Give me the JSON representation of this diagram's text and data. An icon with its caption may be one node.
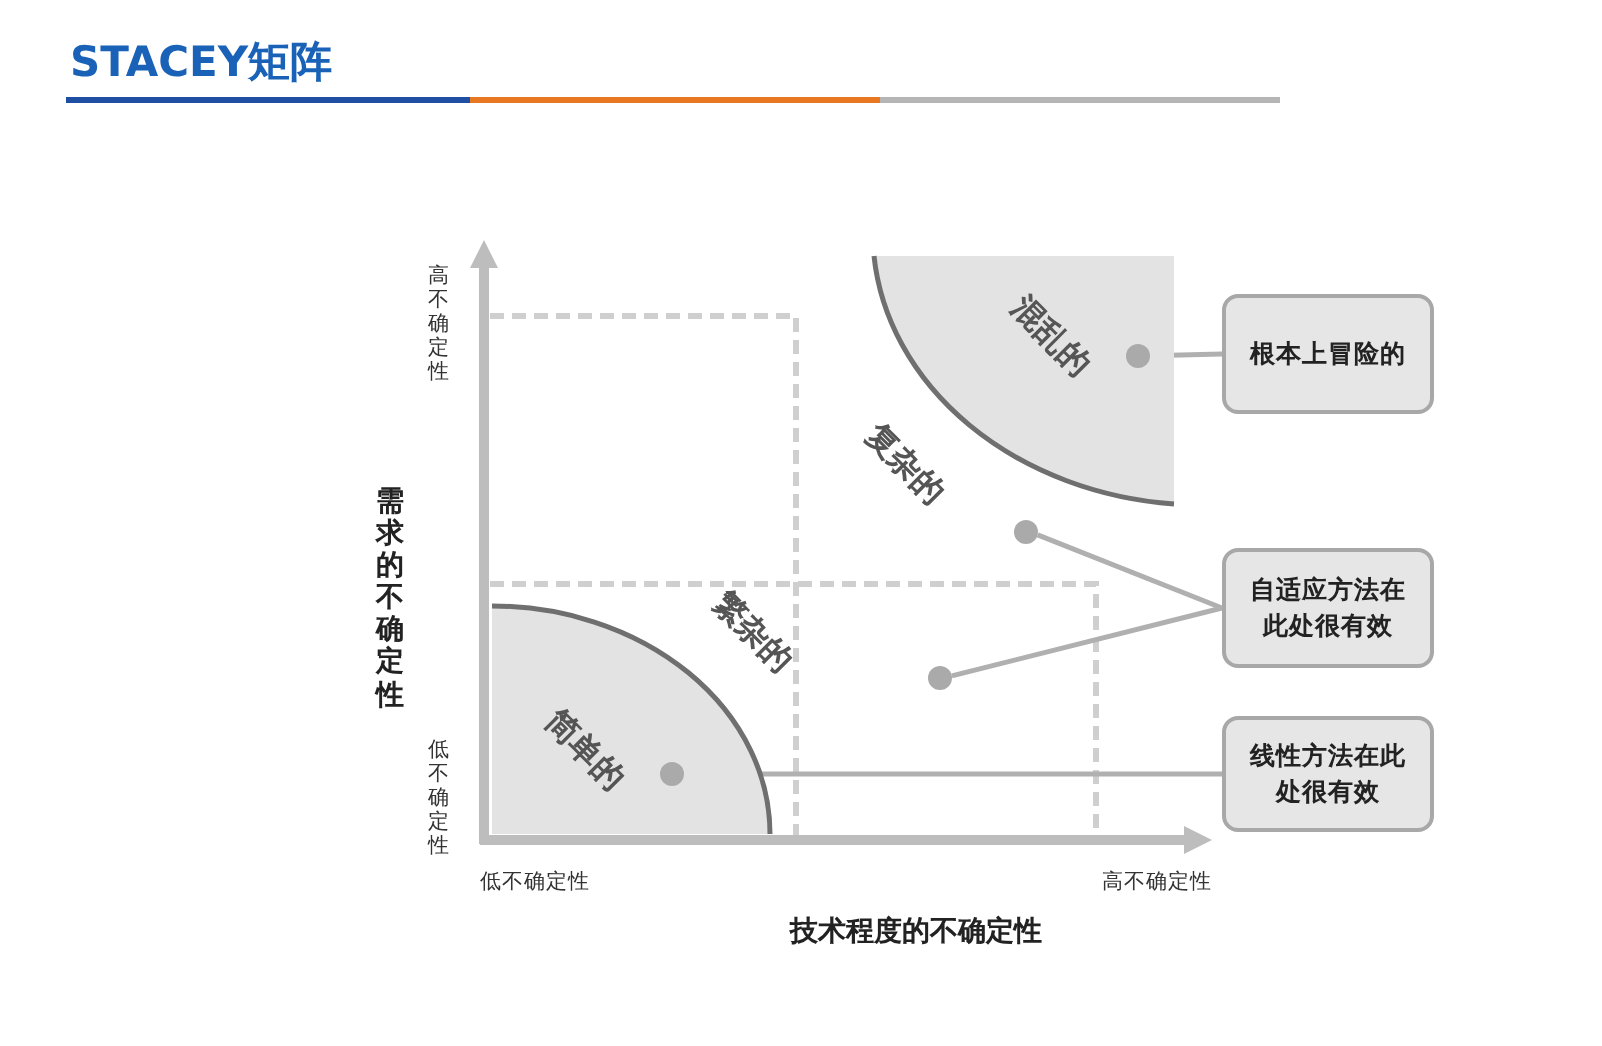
{
  "diagram": {
    "title": "STACEY矩阵",
    "nodes": [
      {
        "text": [
          "混乱的"
        ]
      },
      {
        "text": [],
        "shape": "circle",
        "in": 0
      },
      {
        "text": [
          "根本上冒险的"
        ]
      },
      {
        "text": [],
        "shape": "circle"
      },
      {
        "text": [
          "自适应方法在此处很有效"
        ]
      },
      {
        "text": [],
        "shape": "circle"
      },
      {
        "text": [
          "简单的"
        ]
      },
      {
        "text": [],
        "shape": "circle",
        "in": 6
      },
      {
        "text": [
          "线性方法在此处很有效"
        ]
      }
    ],
    "edges": [
      {
        "from": 2,
        "to": 1,
        "arrow": "none"
      },
      {
        "from": 4,
        "to": 3,
        "arrow": "none"
      },
      {
        "from": 4,
        "to": 5,
        "arrow": "none"
      },
      {
        "from": 8,
        "to": 7,
        "arrow": "none"
      }
    ],
    "labels": [
      "高不确定性",
      "复杂的",
      "繁杂的",
      "需求的不确定性",
      "低不确定性",
      "低不确定性",
      "高不确定性",
      "技术程度的不确定性"
    ]
  }
}
